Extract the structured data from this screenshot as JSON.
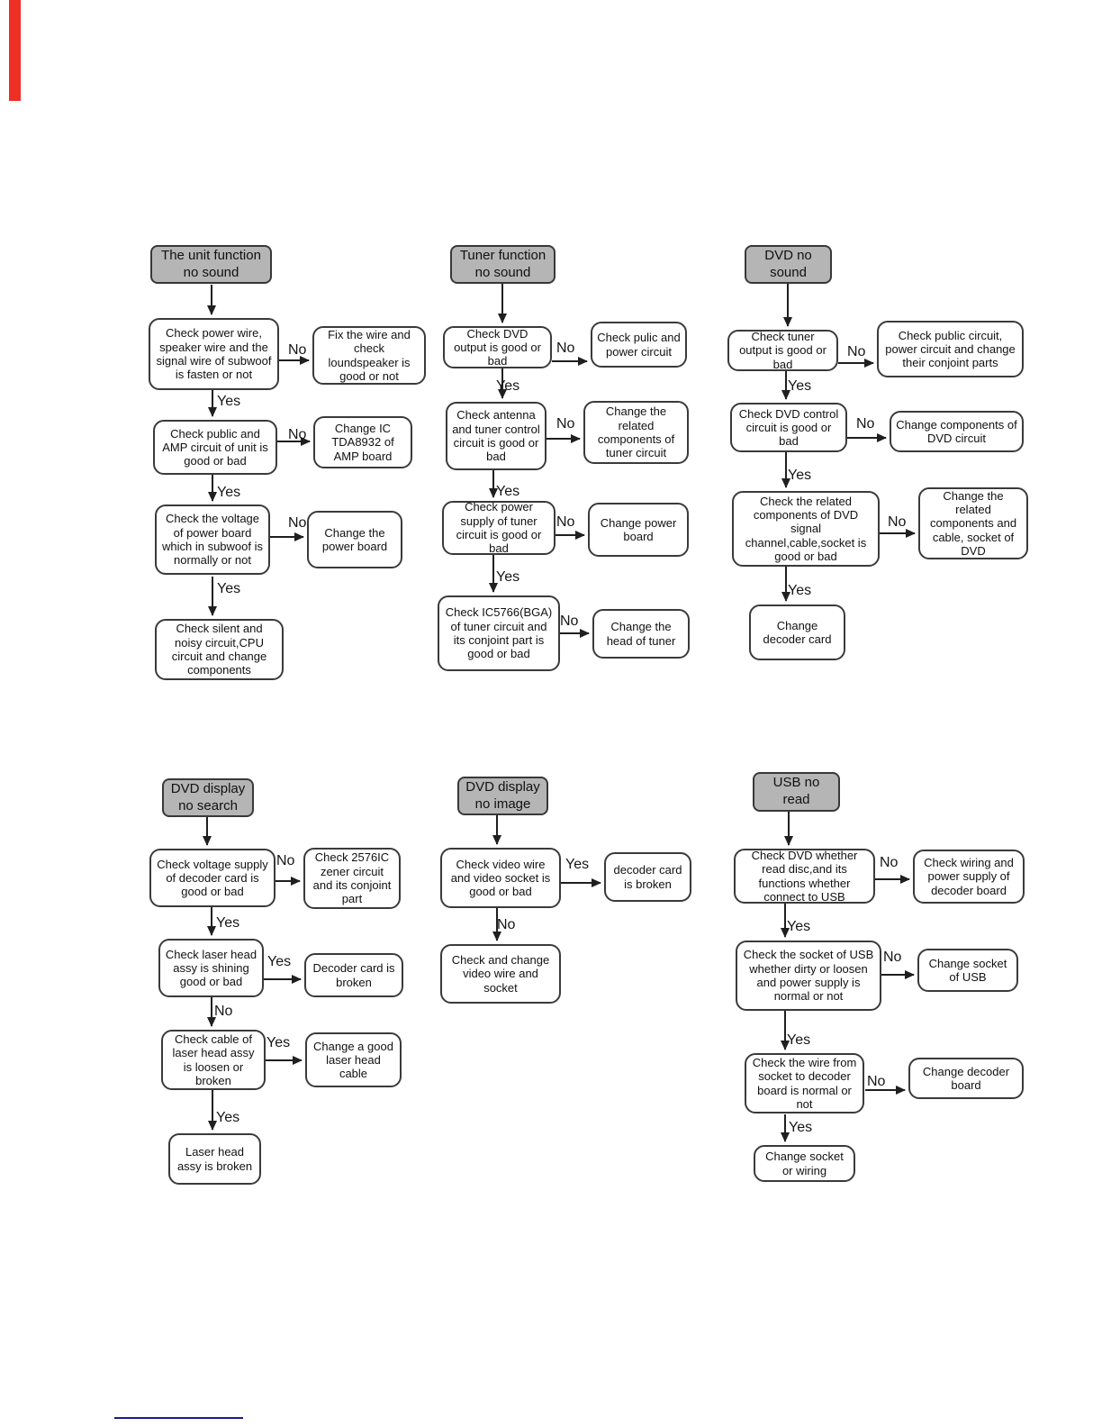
{
  "labels": {
    "yes": "Yes",
    "no": "No"
  },
  "colors": {
    "header_fill": "#b5b5b5",
    "box_border": "#3a3a3a",
    "arrow": "#1f1f1f",
    "footer_line": "#1a1a8c",
    "revision_bar": "#ee2f23"
  },
  "flowcharts": [
    {
      "title": "The unit function no sound",
      "steps": [
        "Check power wire, speaker wire and the signal wire of subwoof is fasten or not",
        "Check public and AMP circuit of unit is good or bad",
        "Check the voltage of power board which in subwoof is normally or not",
        "Check silent and noisy circuit,CPU circuit and change components"
      ],
      "branches": [
        "Fix the wire and check loundspeaker is good or not",
        "Change IC TDA8932 of AMP board",
        "Change the power board"
      ]
    },
    {
      "title": "Tuner function no sound",
      "steps": [
        "Check DVD output is good or bad",
        "Check antenna and tuner control circuit is good or bad",
        "Check power supply of tuner circuit is good or bad",
        "Check IC5766(BGA) of tuner circuit and its conjoint part is good or bad"
      ],
      "branches": [
        "Check pulic and power circuit",
        "Change the related components of tuner circuit",
        "Change power board",
        "Change the head of tuner"
      ]
    },
    {
      "title": "DVD no sound",
      "steps": [
        "Check tuner output is good or bad",
        "Check DVD control circuit is good or bad",
        "Check the related components of DVD signal channel,cable,socket is good or bad",
        "Change decoder card"
      ],
      "branches": [
        "Check public circuit, power circuit and change their conjoint parts",
        "Change components of DVD circuit",
        "Change the related components and cable, socket of DVD"
      ]
    },
    {
      "title": "DVD display no search",
      "steps": [
        "Check voltage supply of decoder card is good or bad",
        "Check laser head assy is shining good or bad",
        "Check cable of laser head assy is loosen or broken",
        "Laser head assy is broken"
      ],
      "branches": [
        "Check 2576IC zener circuit and its conjoint part",
        "Decoder card is broken",
        "Change a good laser head cable"
      ]
    },
    {
      "title": "DVD display no image",
      "steps": [
        "Check video wire and video socket is good or bad",
        "Check and change video wire and socket"
      ],
      "branches": [
        "decoder card is broken"
      ]
    },
    {
      "title": "USB no read",
      "steps": [
        "Check DVD whether read disc,and its functions whether connect to USB",
        "Check the socket of USB whether dirty or loosen and power supply is normal or not",
        "Check the wire from socket to decoder board is normal or not",
        "Change socket or wiring"
      ],
      "branches": [
        "Check wiring and power supply of decoder board",
        "Change socket of USB",
        "Change decoder board"
      ]
    }
  ]
}
